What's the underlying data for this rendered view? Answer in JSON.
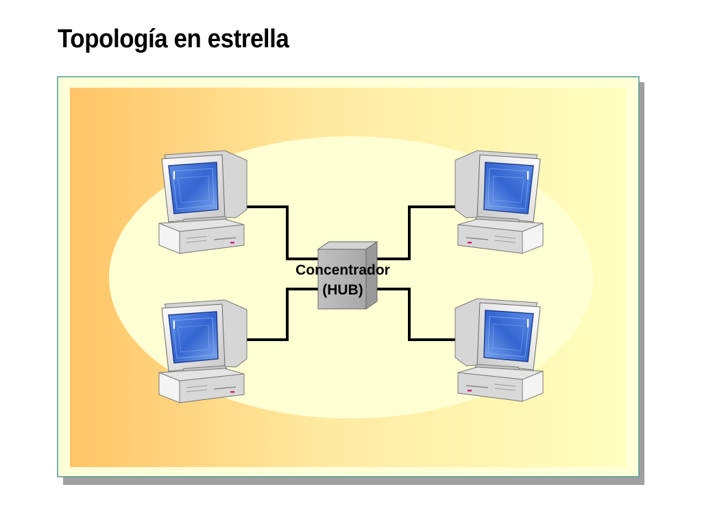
{
  "slide": {
    "title": "Topología en estrella"
  },
  "diagram": {
    "hub": {
      "label_line1": "Concentrador",
      "label_line2": "(HUB)"
    },
    "computers": [
      {
        "icon": "desktop-computer-icon",
        "position": "top-left"
      },
      {
        "icon": "desktop-computer-icon",
        "position": "top-right"
      },
      {
        "icon": "desktop-computer-icon",
        "position": "bottom-left"
      },
      {
        "icon": "desktop-computer-icon",
        "position": "bottom-right"
      }
    ],
    "colors": {
      "panel_gradient_start": "#FFC466",
      "panel_gradient_end": "#FFFFC0",
      "ellipse": "#FFFFD4",
      "panel_border": "#4A9A9A",
      "shadow": "#A0A0A0",
      "cable": "#000000",
      "hub": "#B8B8B8",
      "screen": "#3060C8"
    }
  }
}
